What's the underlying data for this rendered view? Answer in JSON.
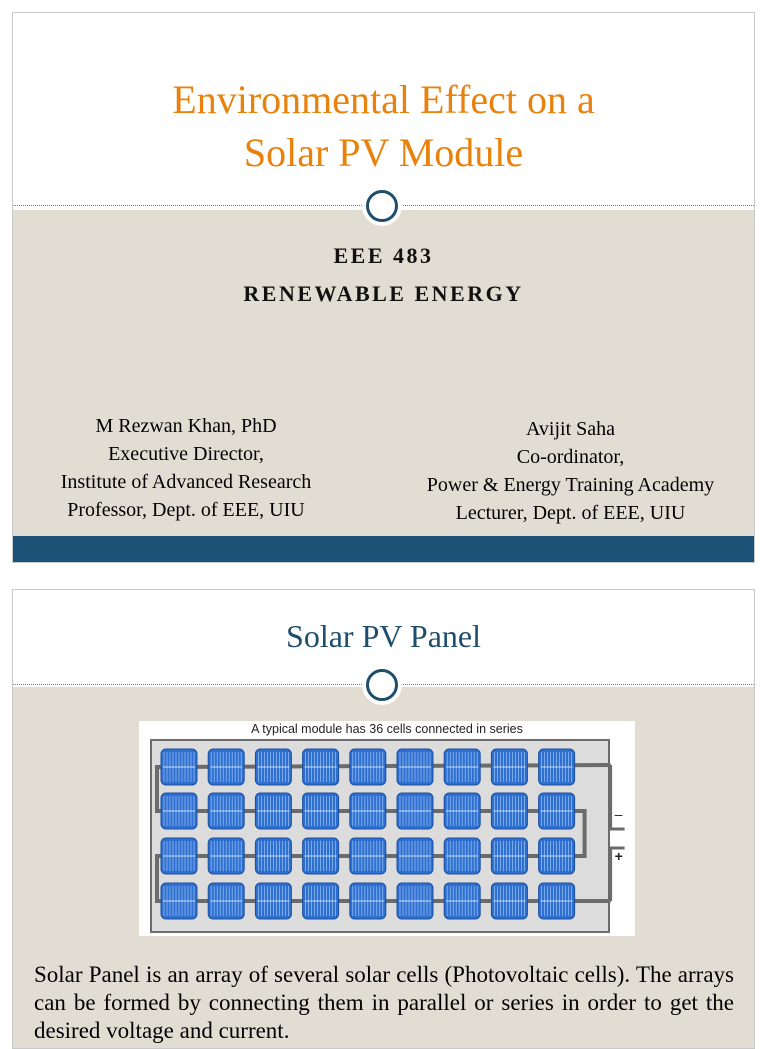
{
  "slide1": {
    "title_line1": "Environmental Effect on a",
    "title_line2": "Solar PV Module",
    "course_code": "EEE 483",
    "course_name": "RENEWABLE ENERGY",
    "author_left": [
      "M Rezwan Khan, PhD",
      "Executive Director,",
      "Institute of Advanced Research",
      "Professor, Dept. of EEE, UIU"
    ],
    "author_right": [
      "Avijit Saha",
      "Co-ordinator,",
      "Power & Energy Training Academy",
      "Lecturer, Dept. of EEE, UIU"
    ]
  },
  "slide2": {
    "title": "Solar PV Panel",
    "diagram": {
      "caption": "A typical module has 36 cells connected in series",
      "rows": 4,
      "columns": 9,
      "terminal_negative": "–",
      "terminal_positive": "+"
    },
    "body": "Solar Panel is an array of several solar cells (Photovoltaic cells). The arrays can be formed by connecting them in parallel or series in order to get the desired voltage and current."
  },
  "colors": {
    "title_orange": "#e8820c",
    "title_navy": "#1f4e6d",
    "band_beige": "#e2ddd2",
    "bar_navy": "#1b5276",
    "cell_blue": "#2f6fd0"
  }
}
